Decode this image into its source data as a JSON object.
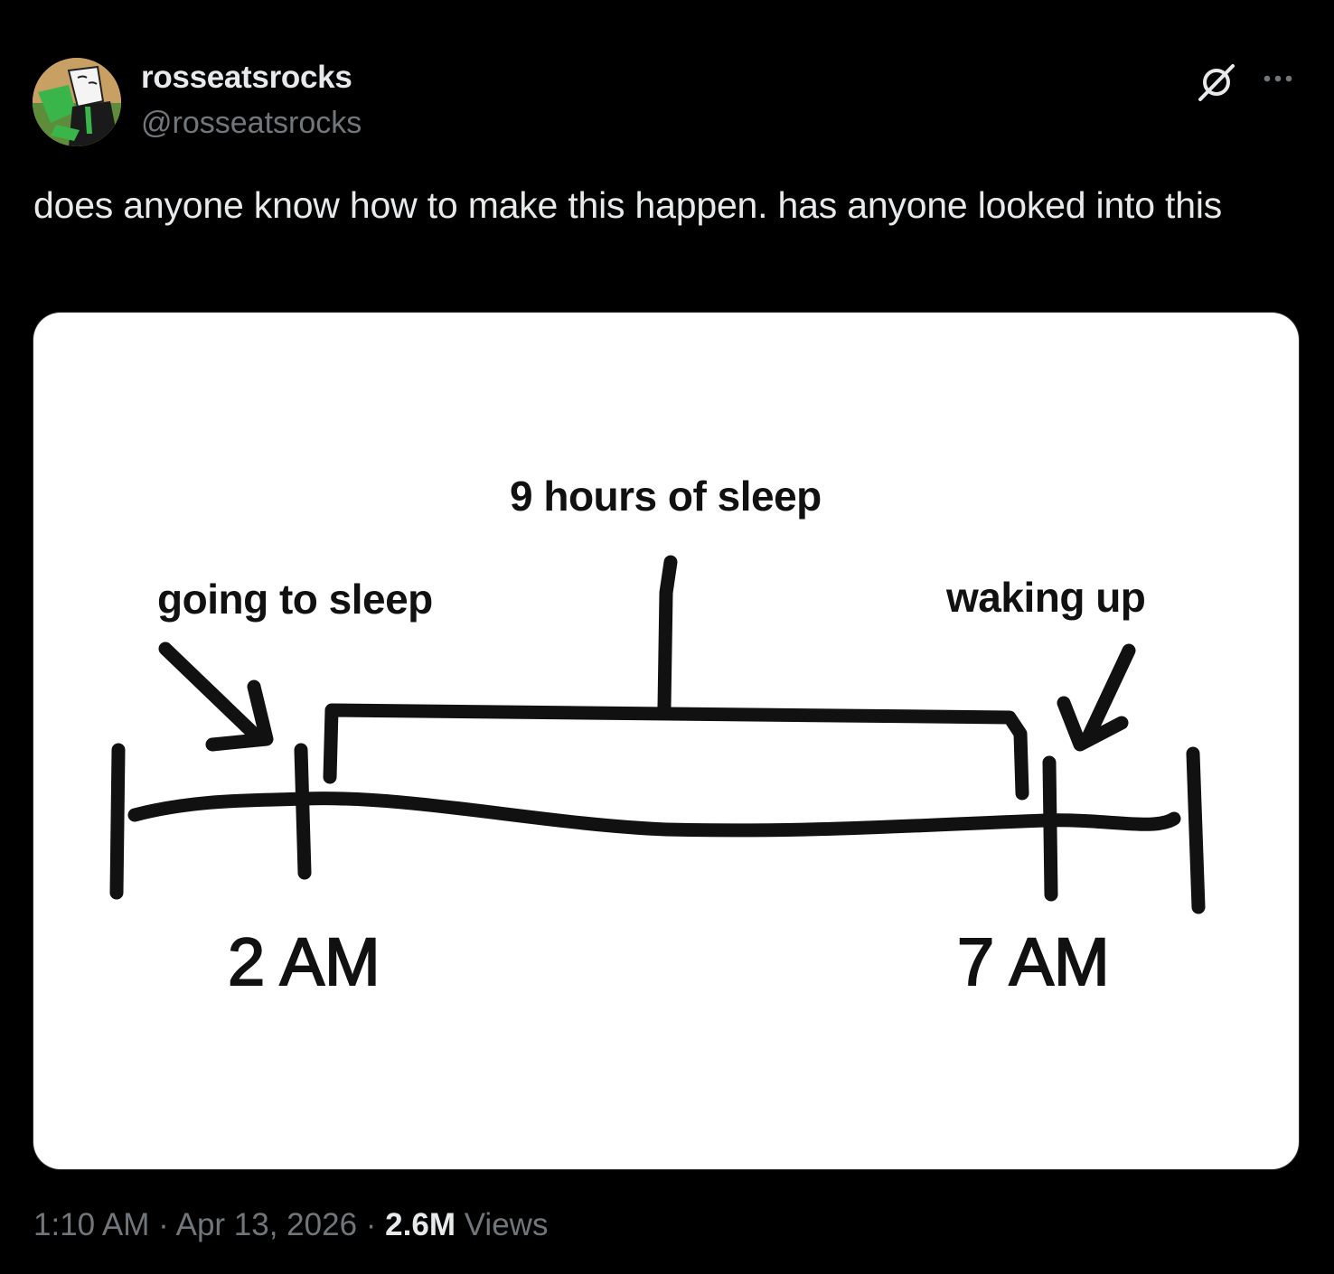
{
  "author": {
    "display_name": "rosseatsrocks",
    "handle": "@rosseatsrocks"
  },
  "icons": {
    "grok": "grok-slash-icon",
    "more": "more-horizontal-icon"
  },
  "tweet": {
    "text": "does anyone know how to make this happen. has anyone looked into this"
  },
  "media": {
    "labels": {
      "duration": "9 hours of sleep",
      "start_event": "going to sleep",
      "end_event": "waking up",
      "start_time": "2 AM",
      "end_time": "7 AM"
    }
  },
  "meta": {
    "time": "1:10 AM",
    "separator": "·",
    "date": "Apr 13, 2026",
    "views_count": "2.6M",
    "views_label": "Views"
  },
  "colors": {
    "background": "#000000",
    "primary_text": "#e7e9ea",
    "secondary_text": "#71767b",
    "card": "#ffffff",
    "ink": "#111111"
  }
}
